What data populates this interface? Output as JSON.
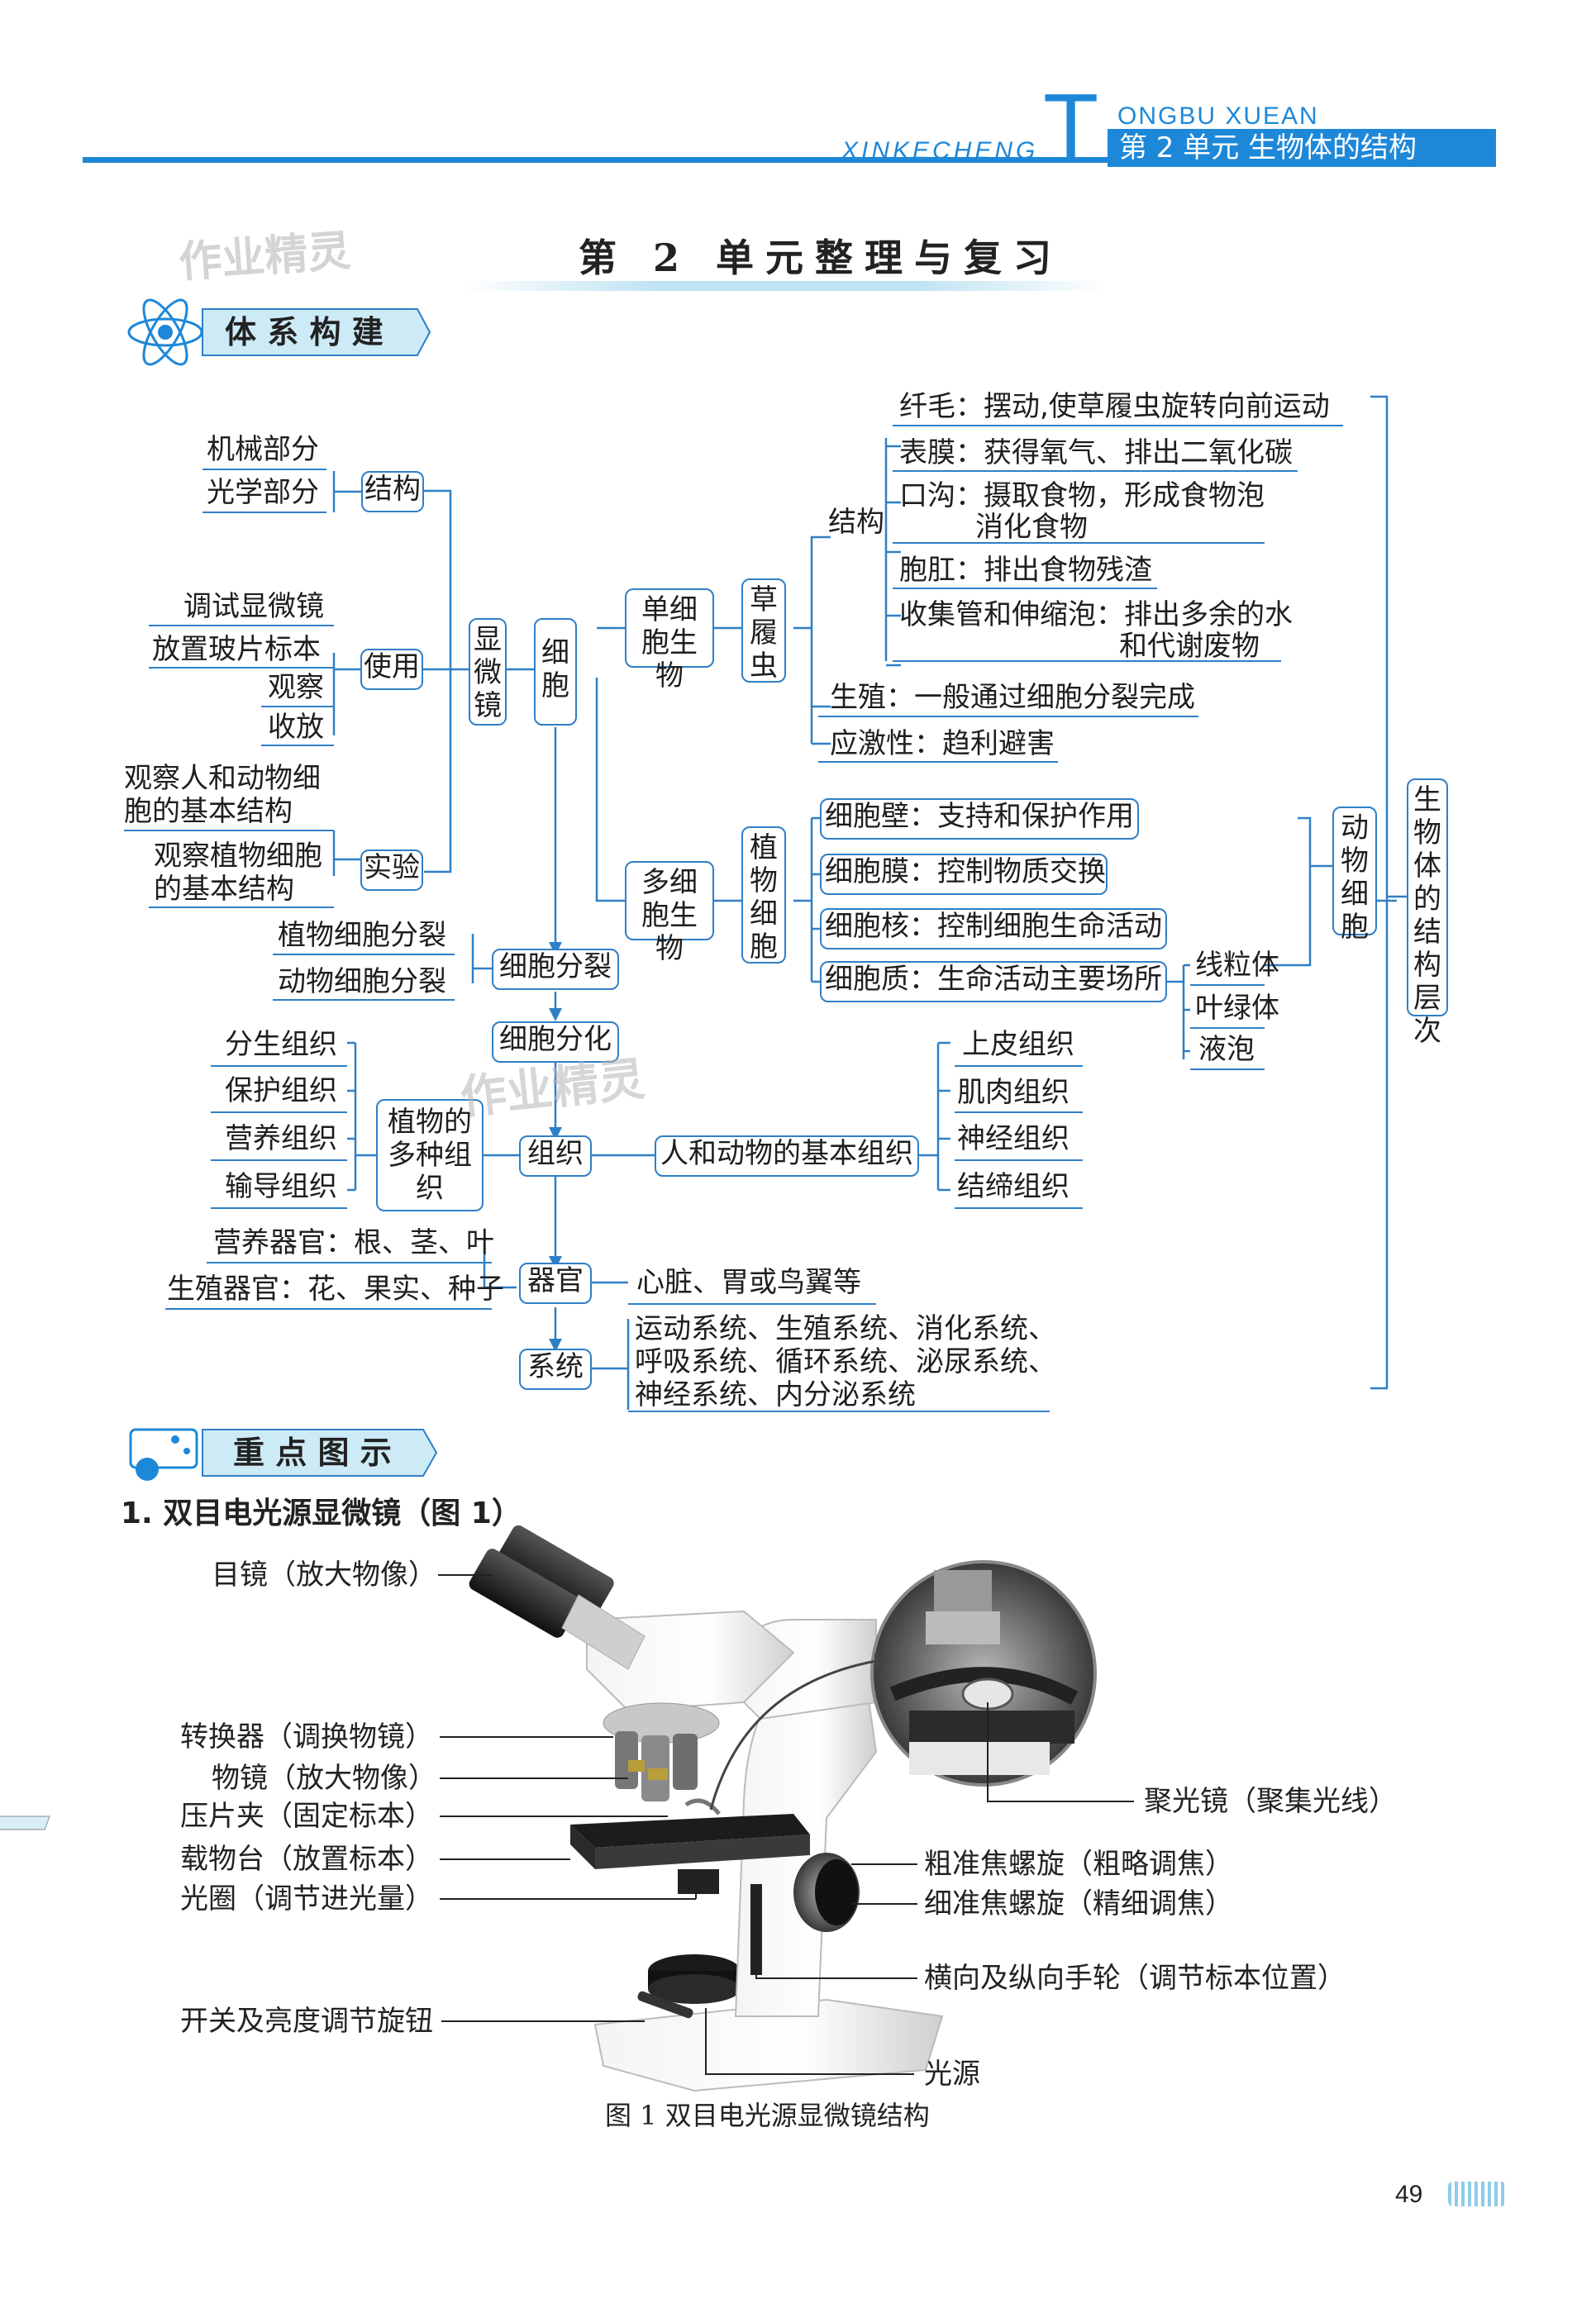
{
  "header": {
    "pinyin_top": "ONGBU  XUEAN",
    "pinyin_main": "XINKECHENG",
    "big_letter": "T",
    "unit_title": "第 2 单元   生物体的结构"
  },
  "watermark": "作业精灵",
  "page_title": "第 2 单元整理与复习",
  "section1_title": "体 系 构 建",
  "section2_title": "重 点 图 示",
  "concept_map": {
    "microscope": {
      "center": "显微镜",
      "structure": "结构",
      "structure_items": [
        "机械部分",
        "光学部分"
      ],
      "use": "使用",
      "use_items": [
        "调试显微镜",
        "放置玻片标本",
        "观察",
        "收放"
      ],
      "experiment": "实验",
      "experiment_items": [
        "观察人和动物细胞的基本结构",
        "观察植物细胞的基本结构"
      ],
      "exp_item1_line1": "观察人和动物细",
      "exp_item1_line2": "胞的基本结构",
      "exp_item2_line1": "观察植物细胞",
      "exp_item2_line2": "的基本结构"
    },
    "cell": "细胞",
    "unicellular": "单细胞生物",
    "paramecium": "草履虫",
    "paramecium_structure": "结构",
    "paramecium_parts": [
      "纤毛：摆动,使草履虫旋转向前运动",
      "表膜：获得氧气、排出二氧化碳",
      "口沟：摄取食物，形成食物泡",
      "消化食物",
      "胞肛：排出食物残渣",
      "收集管和伸缩泡：排出多余的水",
      "和代谢废物"
    ],
    "reproduction": "生殖：一般通过细胞分裂完成",
    "irritability": "应激性：趋利避害",
    "multicellular": "多细胞生物",
    "plant_cell": "植物细胞",
    "plant_parts": [
      "细胞壁：支持和保护作用",
      "细胞膜：控制物质交换",
      "细胞核：控制细胞生命活动",
      "细胞质：生命活动主要场所"
    ],
    "organelles": [
      "线粒体",
      "叶绿体",
      "液泡"
    ],
    "animal_cell": "动物细胞",
    "hierarchy": "生物体的结构层次",
    "cell_division": "细胞分裂",
    "division_items": [
      "植物细胞分裂",
      "动物细胞分裂"
    ],
    "cell_differentiation": "细胞分化",
    "plant_tissues_label": "植物的多种组织",
    "plant_tissues": [
      "分生组织",
      "保护组织",
      "营养组织",
      "输导组织"
    ],
    "tissue": "组织",
    "human_tissue": "人和动物的基本组织",
    "animal_tissues": [
      "上皮组织",
      "肌肉组织",
      "神经组织",
      "结缔组织"
    ],
    "organ": "器官",
    "organ_items": [
      "营养器官：根、茎、叶",
      "生殖器官：花、果实、种子"
    ],
    "organ_right": "心脏、胃或鸟翼等",
    "system": "系统",
    "system_items": [
      "运动系统、生殖系统、消化系统、",
      "呼吸系统、循环系统、泌尿系统、",
      "神经系统、内分泌系统"
    ]
  },
  "figure": {
    "item_heading": "1. 双目电光源显微镜（图 1）",
    "labels_left": [
      "目镜（放大物像）",
      "转换器（调换物镜）",
      "物镜（放大物像）",
      "压片夹（固定标本）",
      "载物台（放置标本）",
      "光圈（调节进光量）",
      "开关及亮度调节旋钮"
    ],
    "labels_right": [
      "聚光镜（聚集光线）",
      "粗准焦螺旋（粗略调焦）",
      "细准焦螺旋（精细调焦）",
      "横向及纵向手轮（调节标本位置）",
      "光源"
    ],
    "caption": "图 1    双目电光源显微镜结构"
  },
  "page_number": "49",
  "colors": {
    "accent": "#2f7fc6",
    "header_blue": "#1e88d8",
    "title_bg": "#bfe3f2"
  }
}
